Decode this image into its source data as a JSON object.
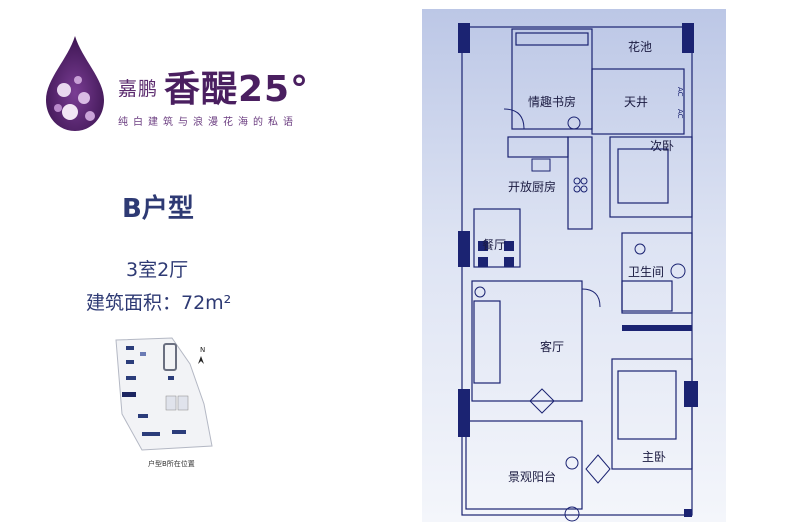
{
  "brand": {
    "developer": "嘉鹏",
    "project": "香醍25°",
    "slogan": "纯白建筑与浪漫花海的私语"
  },
  "unit": {
    "title": "B户型",
    "rooms": "3室2厅",
    "area": "建筑面积：72m²"
  },
  "site_plan": {
    "caption": "户型B所在位置",
    "north": "N"
  },
  "floorplan": {
    "rooms": {
      "flower_bed": "花池",
      "study": "情趣书房",
      "patio": "天井",
      "second_bedroom": "次卧",
      "kitchen": "开放厨房",
      "dining": "餐厅",
      "bathroom": "卫生间",
      "living": "客厅",
      "balcony": "景观阳台",
      "master_bedroom": "主卧"
    },
    "ac": [
      "AC",
      "AC"
    ]
  },
  "colors": {
    "wall": "#1b2372",
    "brand_purple": "#4a1f60",
    "text_blue": "#2e3a74"
  }
}
